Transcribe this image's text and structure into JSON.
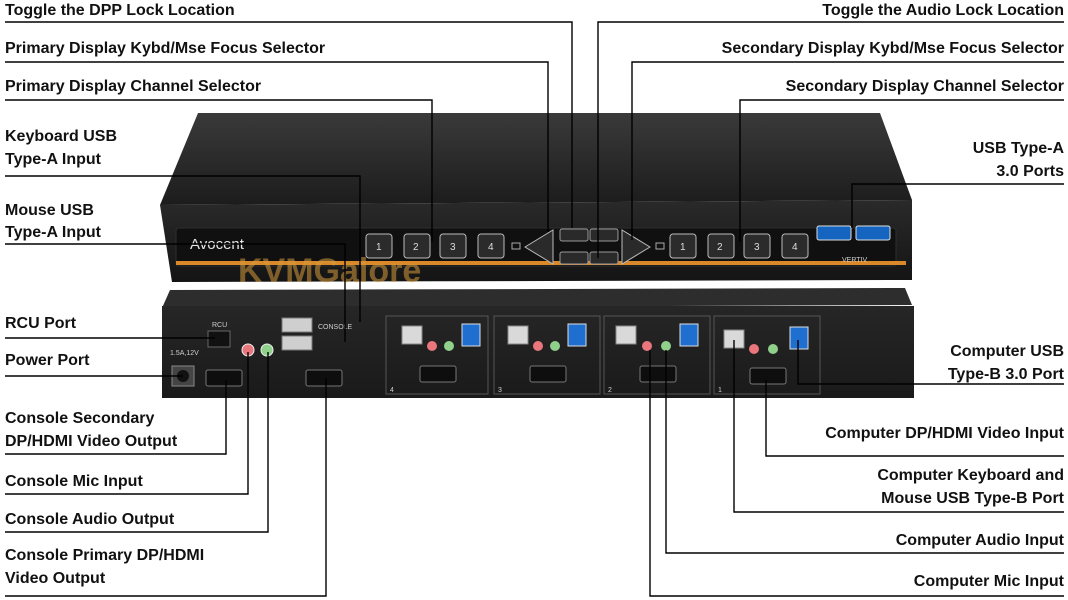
{
  "device": {
    "brand": "Avocent",
    "watermark": "KVMGalore",
    "vendor": "VERTIV",
    "console_tag": "CONSOLE",
    "rcu_tag": "RCU",
    "power_rating": "1.5A,12V",
    "front_channels": [
      "1",
      "2",
      "3",
      "4"
    ],
    "rear_channels": [
      "4",
      "3",
      "2",
      "1"
    ]
  },
  "labels": {
    "toggle_dpp": "Toggle the DPP Lock Location",
    "primary_kbd_focus": "Primary Display Kybd/Mse Focus Selector",
    "primary_channel": "Primary  Display Channel Selector",
    "keyboard_usb_1": "Keyboard USB",
    "keyboard_usb_2": "Type-A Input",
    "mouse_usb_1": "Mouse USB",
    "mouse_usb_2": "Type-A Input",
    "rcu_port": "RCU Port",
    "power_port": "Power Port",
    "console_secondary_1": "Console Secondary",
    "console_secondary_2": "DP/HDMI Video Output",
    "console_mic": "Console Mic Input",
    "console_audio": "Console Audio Output",
    "console_primary_1": "Console Primary DP/HDMI",
    "console_primary_2": "Video Output",
    "toggle_audio": "Toggle the Audio Lock Location",
    "secondary_kbd_focus": "Secondary Display Kybd/Mse Focus Selector",
    "secondary_channel": "Secondary  Display Channel Selector",
    "usb_a_1": "USB Type-A",
    "usb_a_2": "3.0 Ports",
    "computer_usb_1": "Computer USB",
    "computer_usb_2": "Type-B 3.0 Port",
    "computer_video": "Computer DP/HDMI Video Input",
    "computer_kbd_1": "Computer Keyboard and",
    "computer_kbd_2": "Mouse USB Type-B Port",
    "computer_audio": "Computer Audio Input",
    "computer_mic": "Computer Mic Input"
  }
}
